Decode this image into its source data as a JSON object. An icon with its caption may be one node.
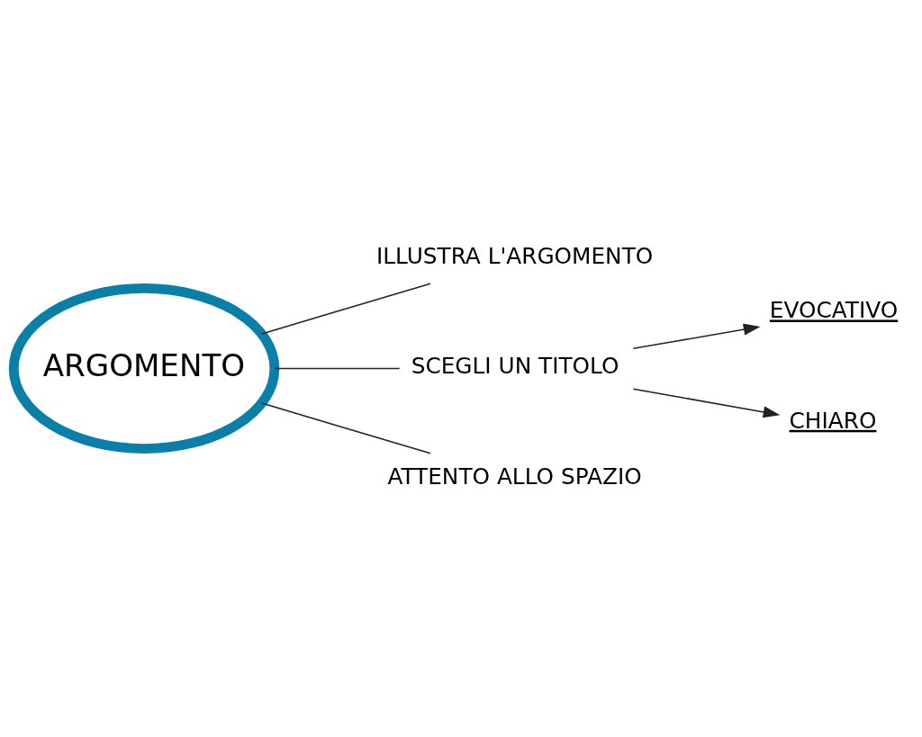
{
  "diagram": {
    "nodes": [
      {
        "text": [
          "ARGOMENTO"
        ]
      },
      {
        "text": [
          "ILLUSTRA L'ARGOMENTO"
        ]
      },
      {
        "text": [
          "SCEGLI UN TITOLO"
        ]
      },
      {
        "text": [
          "EVOCATIVO"
        ]
      },
      {
        "text": [
          "CHIARO"
        ]
      },
      {
        "text": [
          "ATTENTO ALLO SPAZIO"
        ]
      }
    ],
    "edges": [
      {
        "from": 0,
        "to": 1,
        "arrow": "none"
      },
      {
        "from": 0,
        "to": 2,
        "arrow": "none"
      },
      {
        "from": 2,
        "to": 3,
        "arrow": "to"
      },
      {
        "from": 2,
        "to": 4,
        "arrow": "to"
      },
      {
        "from": 0,
        "to": 5,
        "arrow": "none"
      }
    ]
  }
}
